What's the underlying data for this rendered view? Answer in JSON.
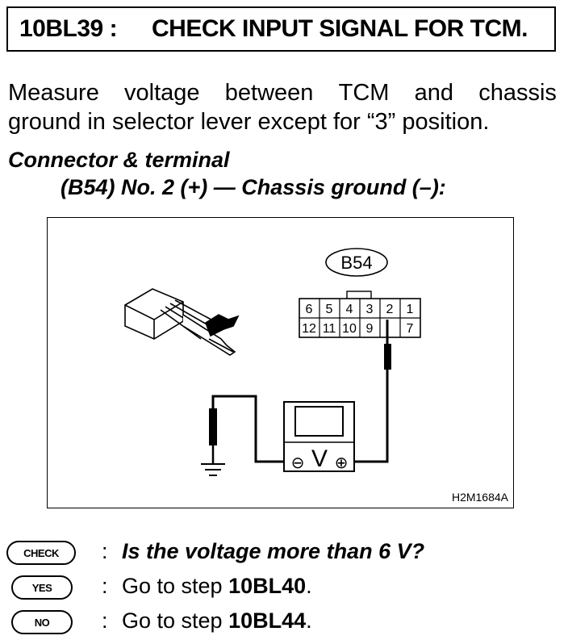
{
  "header": {
    "step_code": "10BL39 :",
    "step_title": "CHECK INPUT SIGNAL FOR TCM."
  },
  "body": {
    "line1_words": [
      "Measure",
      "voltage",
      "between",
      "TCM",
      "and",
      "chassis"
    ],
    "line2": "ground in selector lever except for “3” position."
  },
  "connector": {
    "heading": "Connector & terminal",
    "spec": "(B54) No. 2 (+) — Chassis ground (–):"
  },
  "figure": {
    "connector_label": "B54",
    "top_pins": [
      "6",
      "5",
      "4",
      "3",
      "2",
      "1"
    ],
    "bottom_pins": [
      "12",
      "11",
      "10",
      "9",
      "",
      "7"
    ],
    "meter_symbol": "V",
    "minus_symbol": "⊖",
    "plus_symbol": "⊕",
    "figure_code": "H2M1684A"
  },
  "qa": {
    "check": {
      "badge": "CHECK",
      "colon": ":",
      "text": "Is the voltage more than 6 V?"
    },
    "yes": {
      "badge": "YES",
      "colon": ":",
      "prefix": "Go to step ",
      "step": "10BL40",
      "suffix": "."
    },
    "no": {
      "badge": "NO",
      "colon": ":",
      "prefix": "Go to step ",
      "step": "10BL44",
      "suffix": "."
    }
  }
}
